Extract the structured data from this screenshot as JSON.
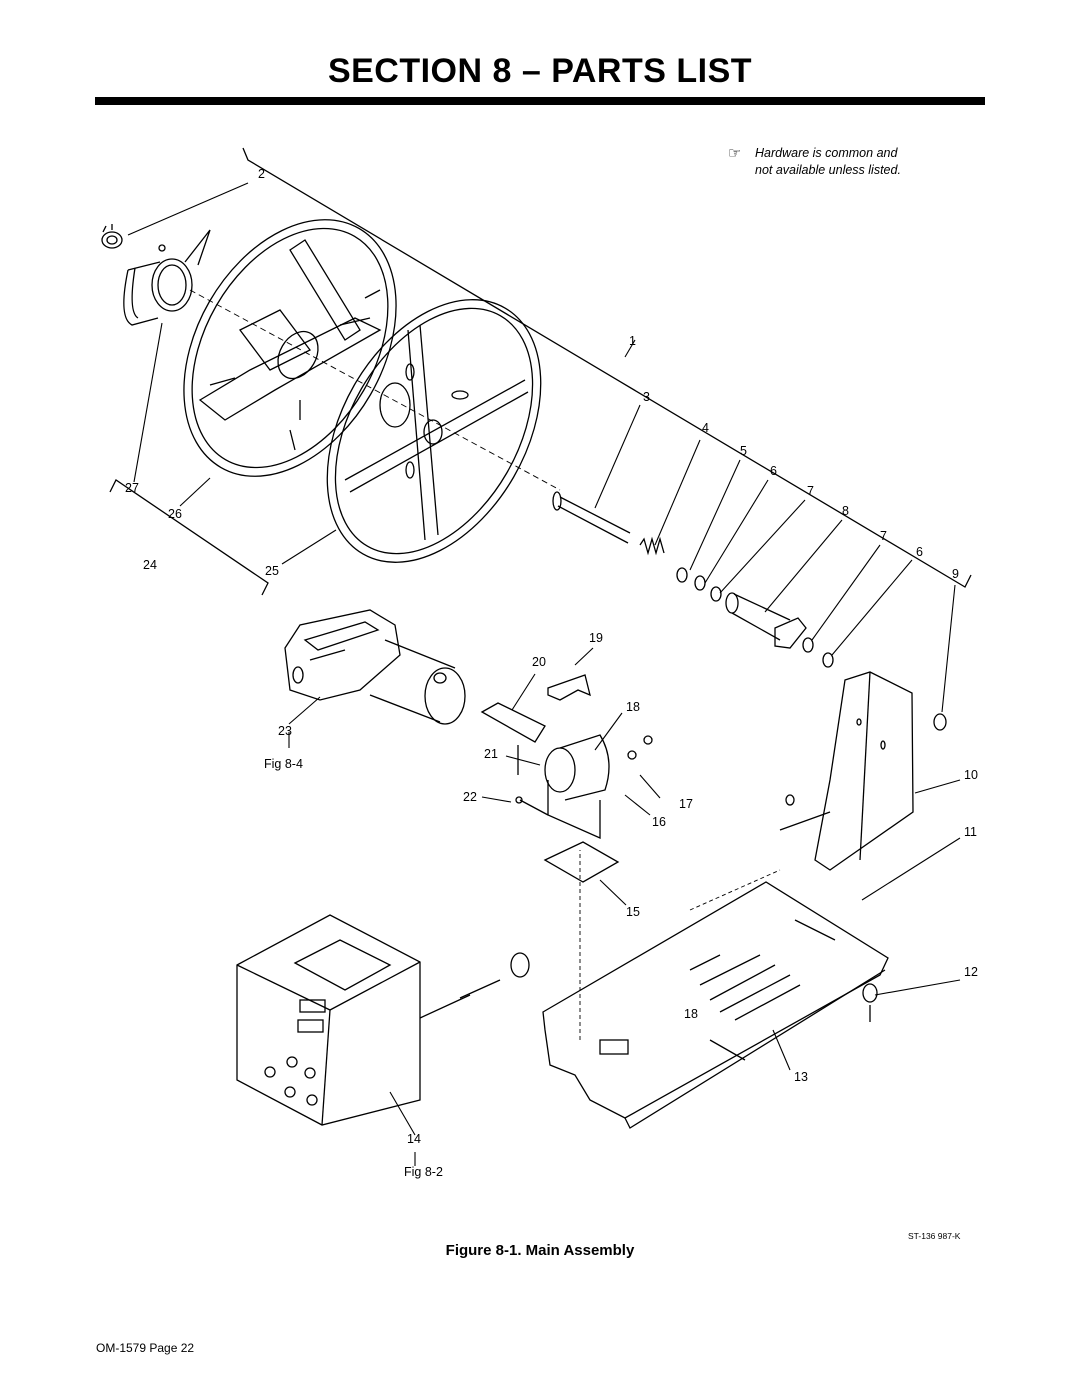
{
  "page": {
    "title": "SECTION 8 – PARTS LIST",
    "note_icon": "pointing-hand-icon",
    "note_line1": "Hardware is common and",
    "note_line2": "not available unless listed.",
    "drawing_number": "ST-136 987-K",
    "caption": "Figure 8-1. Main Assembly",
    "footer": "OM-1579 Page 22"
  },
  "callouts": [
    "2",
    "1",
    "3",
    "4",
    "5",
    "6",
    "7",
    "8",
    "7",
    "6",
    "9",
    "27",
    "26",
    "24",
    "25",
    "19",
    "20",
    "18",
    "23",
    "21",
    "22",
    "17",
    "16",
    "10",
    "11",
    "15",
    "12",
    "18",
    "13",
    "14"
  ],
  "figure_refs": [
    "Fig 8-4",
    "Fig 8-2"
  ]
}
